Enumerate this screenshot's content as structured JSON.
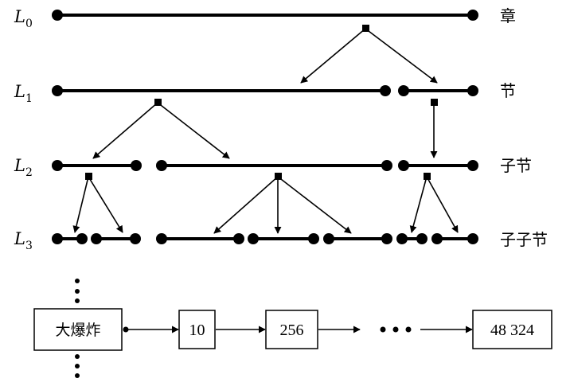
{
  "levels": [
    {
      "letter": "L",
      "sub": "0",
      "label": "章"
    },
    {
      "letter": "L",
      "sub": "1",
      "label": "节"
    },
    {
      "letter": "L",
      "sub": "2",
      "label": "子节"
    },
    {
      "letter": "L",
      "sub": "3",
      "label": "子子节"
    }
  ],
  "boxes": [
    {
      "text": "大爆炸"
    },
    {
      "text": "10"
    },
    {
      "text": "256"
    },
    {
      "text": "48 324"
    }
  ]
}
